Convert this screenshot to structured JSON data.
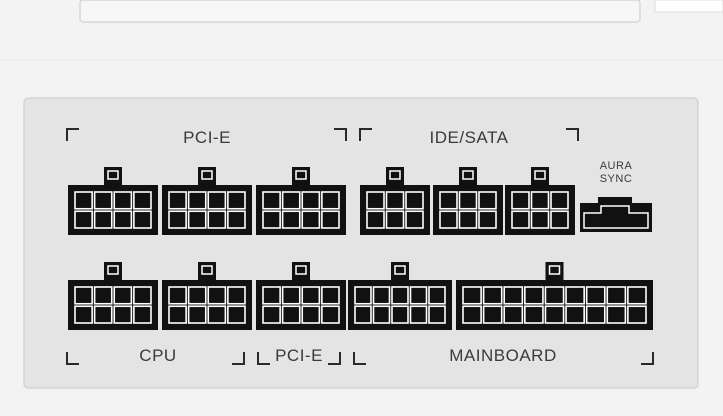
{
  "labels": {
    "pcie_top": "PCI-E",
    "ide_sata": "IDE/SATA",
    "aura_line1": "AURA",
    "aura_line2": "SYNC",
    "cpu": "CPU",
    "pcie_bottom": "PCI-E",
    "mainboard": "MAINBOARD"
  },
  "colors": {
    "chassis": "#f3f3f3",
    "panel": "#e4e4e4",
    "connector": "#111111",
    "pin": "#ffffff",
    "text": "#3a3a3a"
  },
  "connectors": {
    "top_row": [
      {
        "name": "pcie-connector-1",
        "pins": 8
      },
      {
        "name": "pcie-connector-2",
        "pins": 8
      },
      {
        "name": "pcie-connector-3",
        "pins": 8
      },
      {
        "name": "sata-connector-1",
        "pins": 6
      },
      {
        "name": "sata-connector-2",
        "pins": 6
      },
      {
        "name": "sata-connector-3",
        "pins": 6
      }
    ],
    "bottom_row": [
      {
        "name": "cpu-connector",
        "pins": 8
      },
      {
        "name": "cpu-pcie-connector",
        "pins": 8
      },
      {
        "name": "pcie-connector-4",
        "pins": 8
      },
      {
        "name": "mainboard-connector-small",
        "pins": 10
      },
      {
        "name": "mainboard-connector-large",
        "pins": 18
      }
    ]
  }
}
